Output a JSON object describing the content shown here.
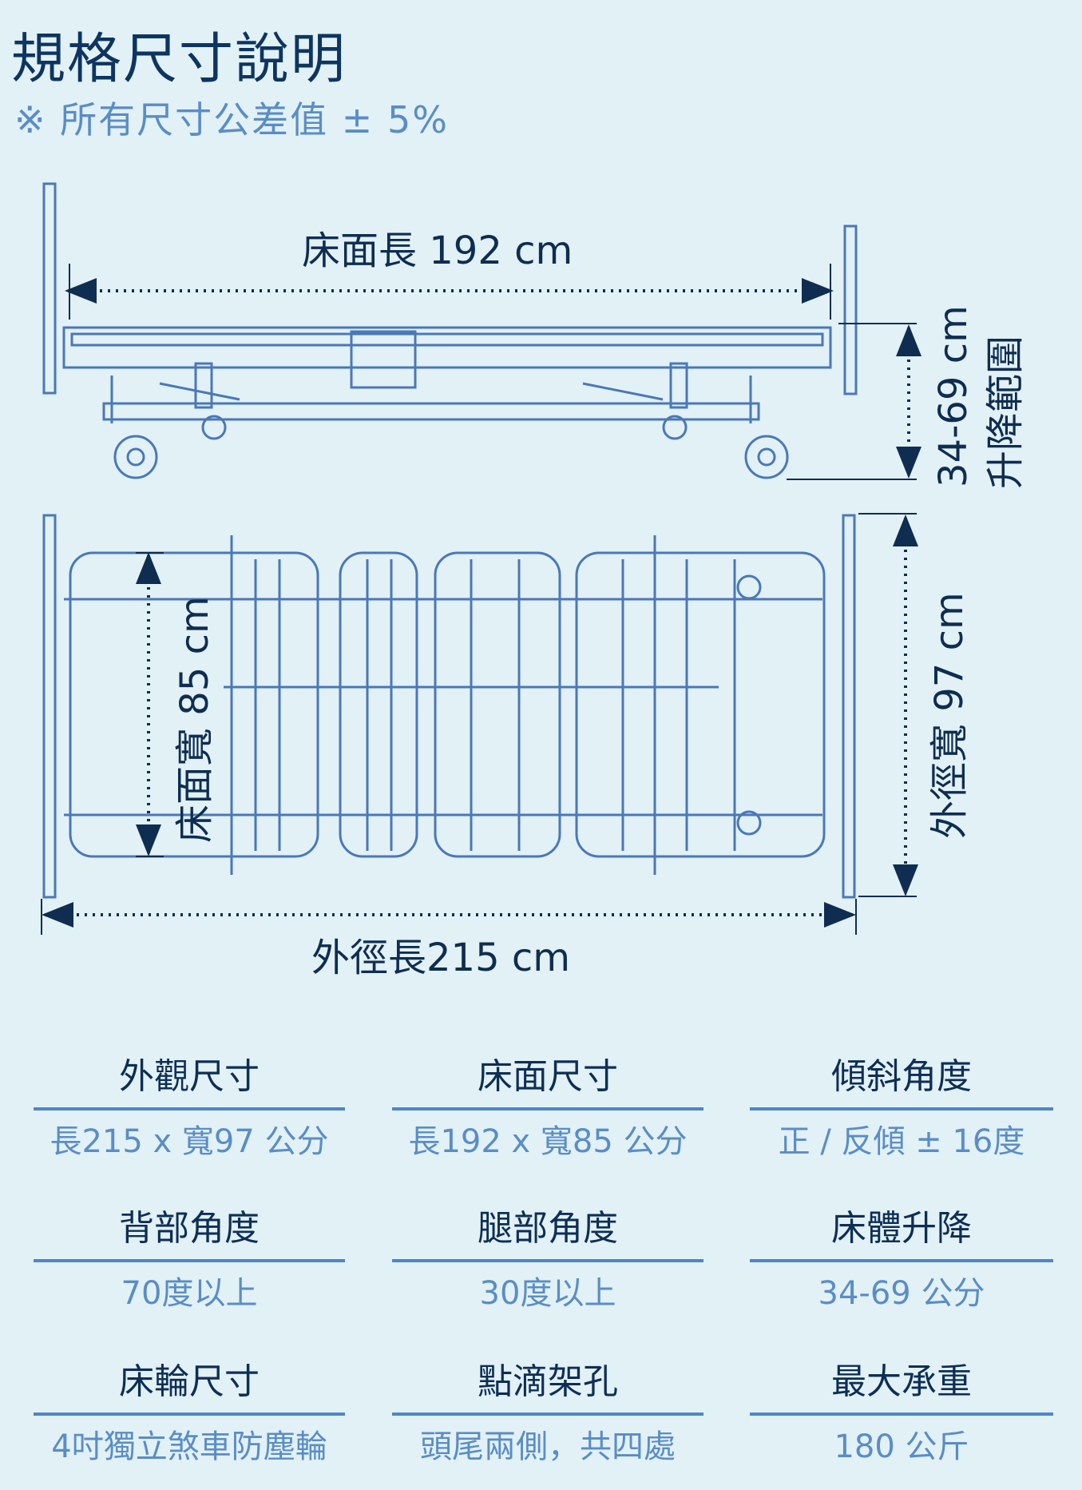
{
  "header": {
    "title": "規格尺寸說明",
    "subtitle": "※ 所有尺寸公差值 ± 5%"
  },
  "diagram": {
    "bed_length": "床面長 192  cm",
    "lift_range_value": "34-69 cm",
    "lift_range_label": "升降範圍",
    "bed_width": "床面寬 85 cm",
    "outer_width": "外徑寬 97 cm",
    "outer_length": "外徑長215 cm",
    "line_color": "#4a78b8",
    "text_color": "#0e2d50"
  },
  "specs": [
    {
      "label": "外觀尺寸",
      "value": "長215 x 寬97 公分"
    },
    {
      "label": "床面尺寸",
      "value": "長192 x 寬85 公分"
    },
    {
      "label": "傾斜角度",
      "value": "正 / 反傾 ± 16度"
    },
    {
      "label": "背部角度",
      "value": "70度以上"
    },
    {
      "label": "腿部角度",
      "value": "30度以上"
    },
    {
      "label": "床體升降",
      "value": "34-69 公分"
    },
    {
      "label": "床輪尺寸",
      "value": "4吋獨立煞車防塵輪"
    },
    {
      "label": "點滴架孔",
      "value": "頭尾兩側，共四處"
    },
    {
      "label": "最大承重",
      "value": "180 公斤"
    }
  ]
}
